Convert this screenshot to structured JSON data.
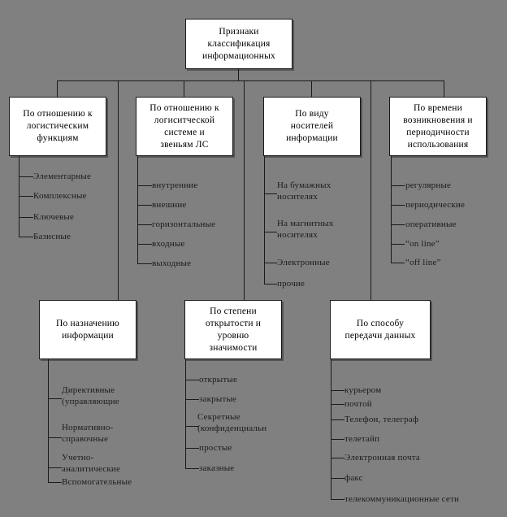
{
  "diagram": {
    "title_node": {
      "lines": [
        "Признаки",
        "классификация",
        "информационных"
      ]
    },
    "branches": [
      {
        "id": "logistic-functions",
        "header": [
          "По отношению к",
          "логистическим",
          "функциям"
        ],
        "leaves": [
          {
            "lines": [
              "Элементарные"
            ]
          },
          {
            "lines": [
              "Комплексные"
            ]
          },
          {
            "lines": [
              "Ключевые"
            ]
          },
          {
            "lines": [
              "Базисные"
            ]
          }
        ]
      },
      {
        "id": "logistic-system",
        "header": [
          "По отношению к",
          "логиситческой",
          "системе и",
          "звеньям ЛС"
        ],
        "leaves": [
          {
            "lines": [
              "внутренние"
            ]
          },
          {
            "lines": [
              "внешние"
            ]
          },
          {
            "lines": [
              "горизонтальные"
            ]
          },
          {
            "lines": [
              "входные"
            ]
          },
          {
            "lines": [
              "выходные"
            ]
          }
        ]
      },
      {
        "id": "media-type",
        "header": [
          "По виду",
          "носителей",
          "информации"
        ],
        "leaves": [
          {
            "lines": [
              "На бумажных",
              "носителях"
            ]
          },
          {
            "lines": [
              "На магнитных",
              "носителях"
            ]
          },
          {
            "lines": [
              "Электронные"
            ]
          },
          {
            "lines": [
              "прочие"
            ]
          }
        ]
      },
      {
        "id": "time-frequency",
        "header": [
          "По времени",
          "возникновения и",
          "периодичности",
          "использования"
        ],
        "leaves": [
          {
            "lines": [
              "регулярные"
            ]
          },
          {
            "lines": [
              "периодические"
            ]
          },
          {
            "lines": [
              "оперативные"
            ]
          },
          {
            "lines": [
              "“on line”"
            ]
          },
          {
            "lines": [
              "“off line”"
            ]
          }
        ]
      },
      {
        "id": "purpose",
        "header": [
          "По назначению",
          "информации"
        ],
        "leaves": [
          {
            "lines": [
              "Директивные",
              "(управляющие"
            ]
          },
          {
            "lines": [
              "Нормативно-",
              "справочные"
            ]
          },
          {
            "lines": [
              "Учетно-",
              "аналитические"
            ]
          },
          {
            "lines": [
              "Вспомогательные"
            ]
          }
        ]
      },
      {
        "id": "openness",
        "header": [
          "По степени",
          "открытости и",
          "уровню",
          "значимости"
        ],
        "leaves": [
          {
            "lines": [
              "открытые"
            ]
          },
          {
            "lines": [
              "закрытые"
            ]
          },
          {
            "lines": [
              "Секретные",
              "(конфиденциальн"
            ]
          },
          {
            "lines": [
              "простые"
            ]
          },
          {
            "lines": [
              "заказные"
            ]
          }
        ]
      },
      {
        "id": "transmission",
        "header": [
          "По способу",
          "передачи данных"
        ],
        "leaves": [
          {
            "lines": [
              "курьером"
            ]
          },
          {
            "lines": [
              "почтой"
            ]
          },
          {
            "lines": [
              "Телефон, телеграф"
            ]
          },
          {
            "lines": [
              "телетайп"
            ]
          },
          {
            "lines": [
              "Электронная почта"
            ]
          },
          {
            "lines": [
              "факс"
            ]
          },
          {
            "lines": [
              "телекоммуникационные сети"
            ]
          }
        ]
      }
    ],
    "colors": {
      "background": "#808080",
      "node_fill": "#ffffff",
      "line": "#1a1a1a",
      "text": "#000000"
    }
  }
}
